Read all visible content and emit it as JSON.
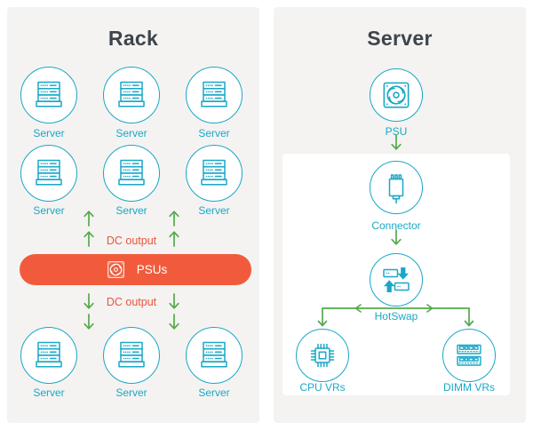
{
  "colors": {
    "teal": "#1AA7C7",
    "green": "#54A94B",
    "orange_bar": "#F15B3C",
    "dc_text": "#E8543C",
    "title_text": "#3D444C",
    "panel_bg": "#F4F3F1",
    "inner_box_bg": "#FFFFFF",
    "page_bg": "#FFFFFF"
  },
  "rack": {
    "title": "Rack",
    "rows": [
      [
        "Server",
        "Server",
        "Server"
      ],
      [
        "Server",
        "Server",
        "Server"
      ],
      [
        "Server",
        "Server",
        "Server"
      ]
    ],
    "dc_output_top": "DC output",
    "dc_output_bottom": "DC output",
    "psus_label": "PSUs"
  },
  "server": {
    "title": "Server",
    "psu_label": "PSU",
    "connector_label": "Connector",
    "hotswap_label": "HotSwap",
    "cpu_vrs_label": "CPU VRs",
    "dimm_vrs_label": "DIMM VRs"
  },
  "icons": {
    "server": "server-rack-icon",
    "psu": "psu-fan-icon",
    "connector": "connector-plug-icon",
    "hotswap": "hotswap-arrows-icon",
    "cpu": "cpu-chip-icon",
    "dimm": "dimm-memory-icon",
    "arrow": "flow-arrow-icon"
  }
}
